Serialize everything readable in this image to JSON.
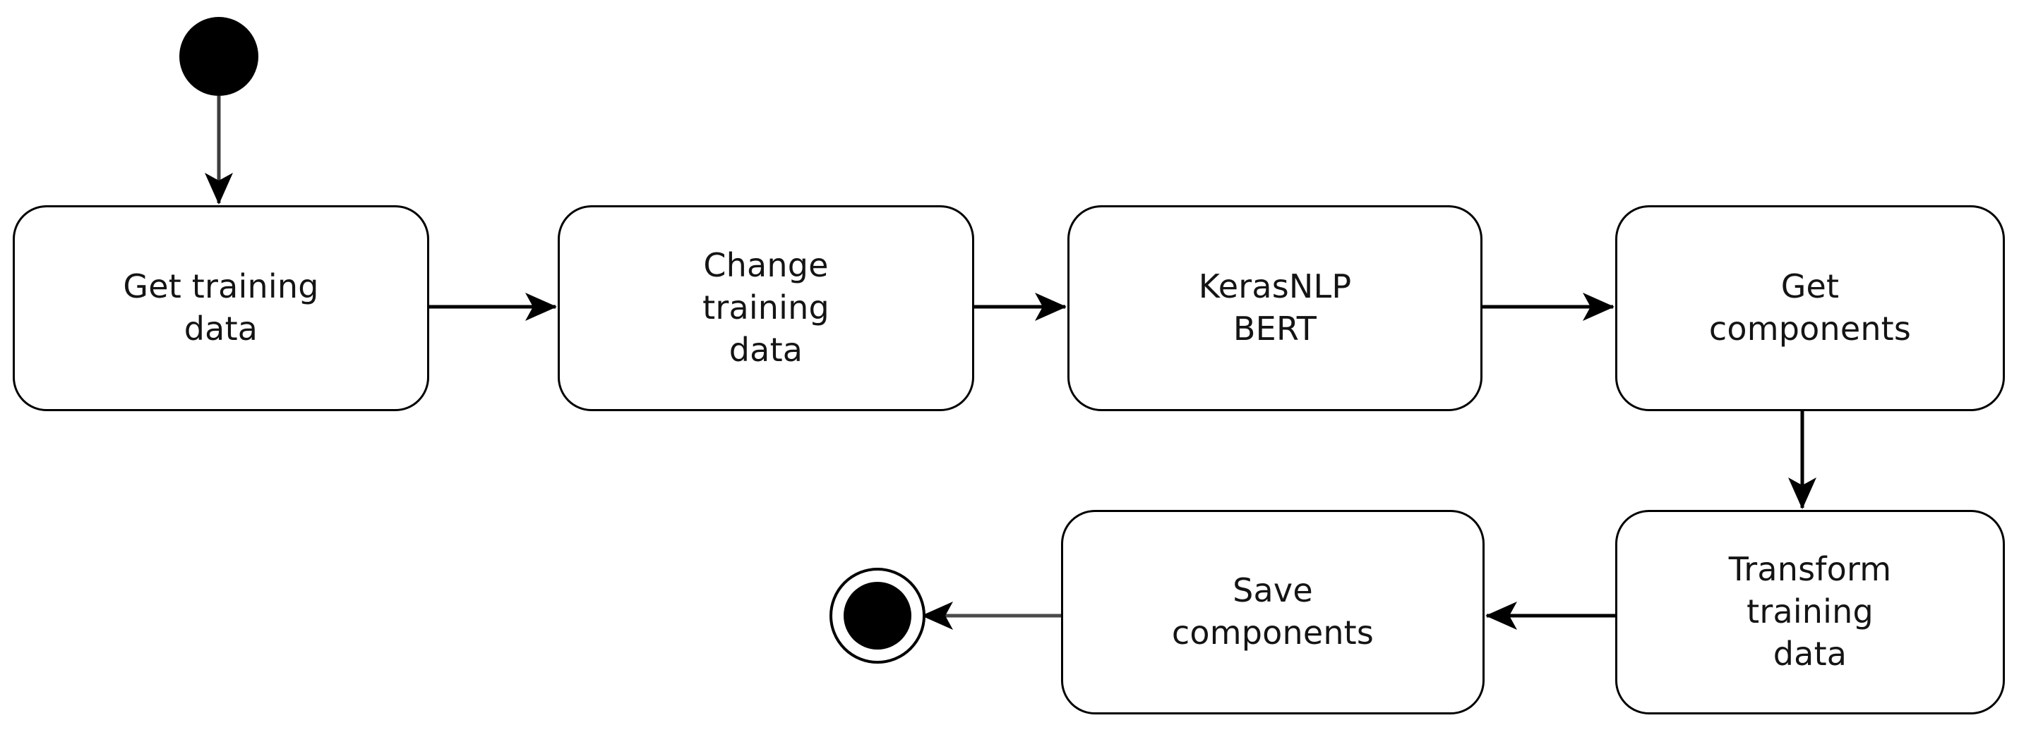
{
  "diagram": {
    "type": "uml-activity-diagram",
    "background_color": "#ffffff",
    "stroke_color": "#000000",
    "text_color": "#141414",
    "initial_node": {
      "name": "initial-node",
      "label": ""
    },
    "final_node": {
      "name": "final-node",
      "label": ""
    },
    "activities": [
      {
        "id": "get-training-data",
        "label": "Get training\ndata"
      },
      {
        "id": "change-training-data",
        "label": "Change\ntraining\ndata"
      },
      {
        "id": "kerasnlp-bert",
        "label": "KerasNLP\nBERT"
      },
      {
        "id": "get-components",
        "label": "Get\ncomponents"
      },
      {
        "id": "transform-training-data",
        "label": "Transform\ntraining\ndata"
      },
      {
        "id": "save-components",
        "label": "Save\ncomponents"
      }
    ],
    "transitions": [
      {
        "from": "initial-node",
        "to": "get-training-data",
        "direction": "down",
        "label": ""
      },
      {
        "from": "get-training-data",
        "to": "change-training-data",
        "direction": "right",
        "label": ""
      },
      {
        "from": "change-training-data",
        "to": "kerasnlp-bert",
        "direction": "right",
        "label": ""
      },
      {
        "from": "kerasnlp-bert",
        "to": "get-components",
        "direction": "right",
        "label": ""
      },
      {
        "from": "get-components",
        "to": "transform-training-data",
        "direction": "down",
        "label": ""
      },
      {
        "from": "transform-training-data",
        "to": "save-components",
        "direction": "left",
        "label": ""
      },
      {
        "from": "save-components",
        "to": "final-node",
        "direction": "left",
        "label": ""
      }
    ]
  }
}
